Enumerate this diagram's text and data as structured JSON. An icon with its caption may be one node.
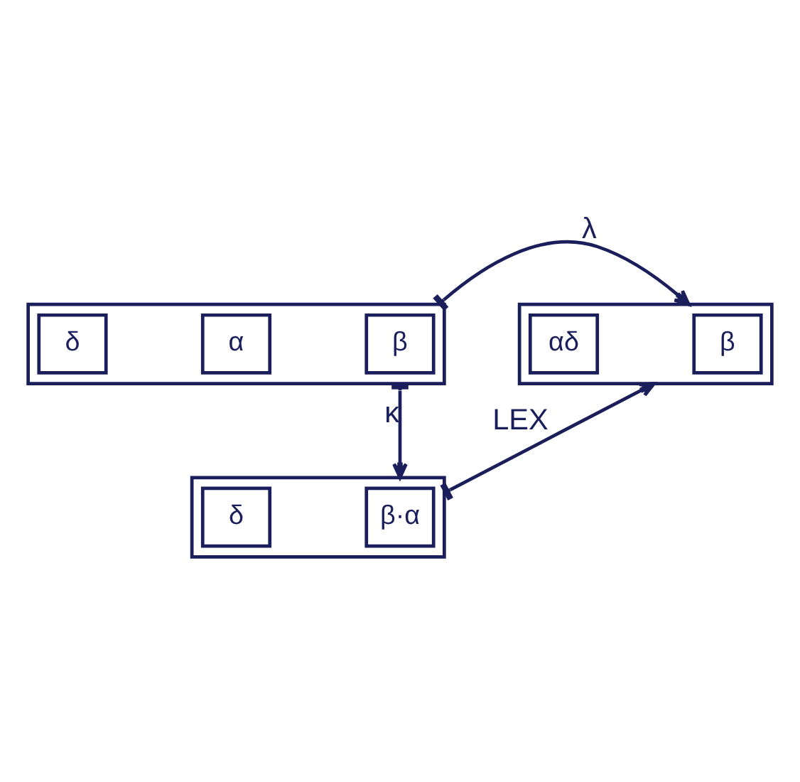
{
  "diagram": {
    "nodes": [
      {
        "text": [],
        "shape": "box"
      },
      {
        "text": [
          "β"
        ],
        "in": 0
      },
      {
        "text": [
          "α"
        ],
        "in": 0
      },
      {
        "text": [
          "δ"
        ],
        "in": 0
      },
      {
        "text": [],
        "shape": "box"
      },
      {
        "text": [
          "β"
        ],
        "in": 4
      },
      {
        "text": [
          "αδ"
        ],
        "in": 4
      },
      {
        "text": [],
        "shape": "box"
      },
      {
        "text": [
          "β·α"
        ],
        "in": 7
      },
      {
        "text": [
          "δ"
        ],
        "in": 7
      }
    ],
    "edges": [
      {
        "from": 0,
        "to": 4,
        "arrow": "to",
        "label": "λ"
      },
      {
        "from": 0,
        "to": 7,
        "arrow": "to",
        "label": "κ"
      },
      {
        "from": 7,
        "to": 4,
        "arrow": "to",
        "label": "LEX"
      }
    ]
  }
}
